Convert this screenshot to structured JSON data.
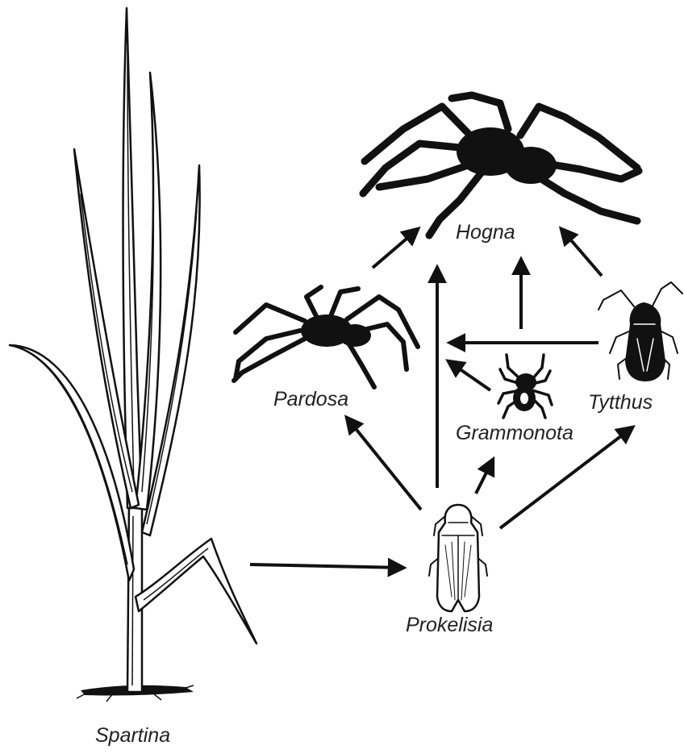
{
  "organisms": {
    "hogna": "Hogna",
    "pardosa": "Pardosa",
    "grammonota": "Grammonota",
    "tytthus": "Tytthus",
    "prokelisia": "Prokelisia",
    "spartina": "Spartina"
  },
  "links": [
    {
      "from": "Spartina",
      "to": "Prokelisia"
    },
    {
      "from": "Prokelisia",
      "to": "Pardosa"
    },
    {
      "from": "Prokelisia",
      "to": "Hogna"
    },
    {
      "from": "Prokelisia",
      "to": "Grammonota"
    },
    {
      "from": "Prokelisia",
      "to": "Tytthus"
    },
    {
      "from": "Pardosa",
      "to": "Hogna"
    },
    {
      "from": "Grammonota",
      "to": "Hogna"
    },
    {
      "from": "Grammonota",
      "to": "Pardosa"
    },
    {
      "from": "Tytthus",
      "to": "Hogna"
    },
    {
      "from": "Tytthus",
      "to": "Pardosa"
    }
  ],
  "colors": {
    "ink": "#111111",
    "label": "#222222",
    "background": "#ffffff"
  }
}
